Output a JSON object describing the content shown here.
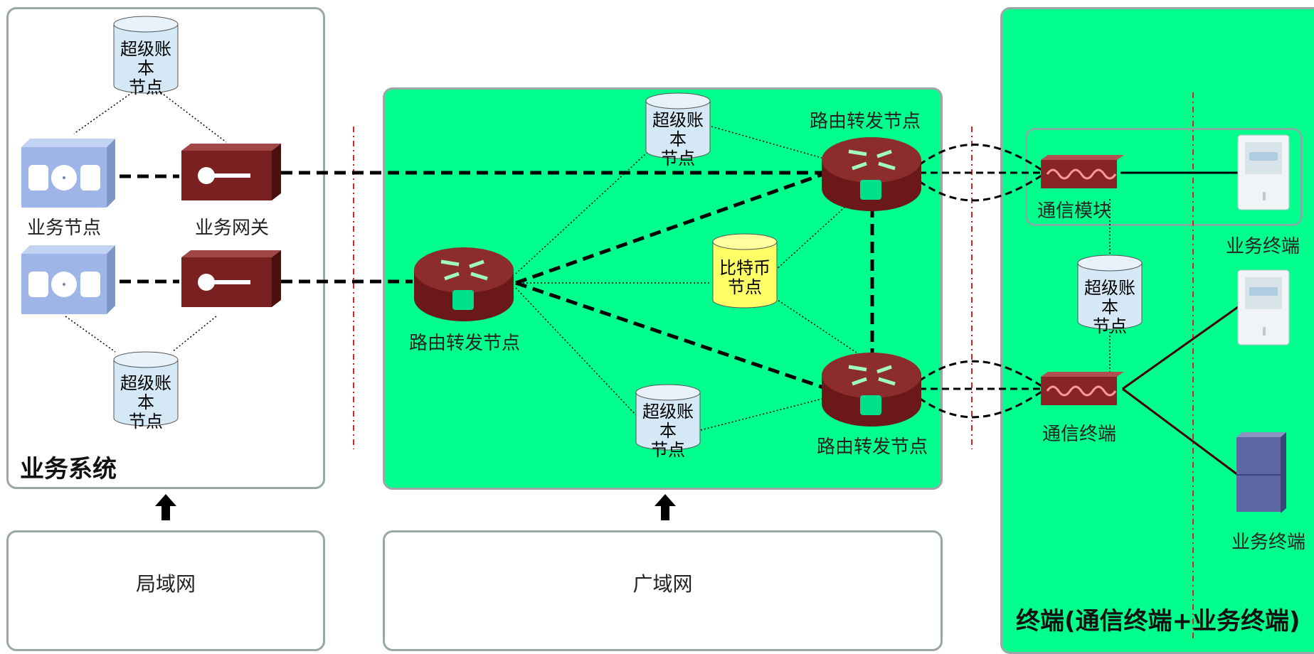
{
  "panels": {
    "business_system": {
      "title": "业务系统"
    },
    "terminal": {
      "title": "终端(通信终端+业务终端)"
    }
  },
  "networks": {
    "lan": "局域网",
    "wan": "广域网"
  },
  "nodes": {
    "super_ledger": "超级账本\n节点",
    "bitcoin": "比特币\n节点",
    "business_node": "业务节点",
    "business_gateway": "业务网关",
    "router": "路由转发节点",
    "comm_module": "通信模块",
    "comm_terminal": "通信终端",
    "business_terminal": "业务终端"
  },
  "colors": {
    "green_zone": "#00ff8c",
    "router": "#8a2a2a",
    "cylinder": "#d5e8f5",
    "bitcoin_cylinder": "#ffff66",
    "divider": "#dd2222"
  }
}
